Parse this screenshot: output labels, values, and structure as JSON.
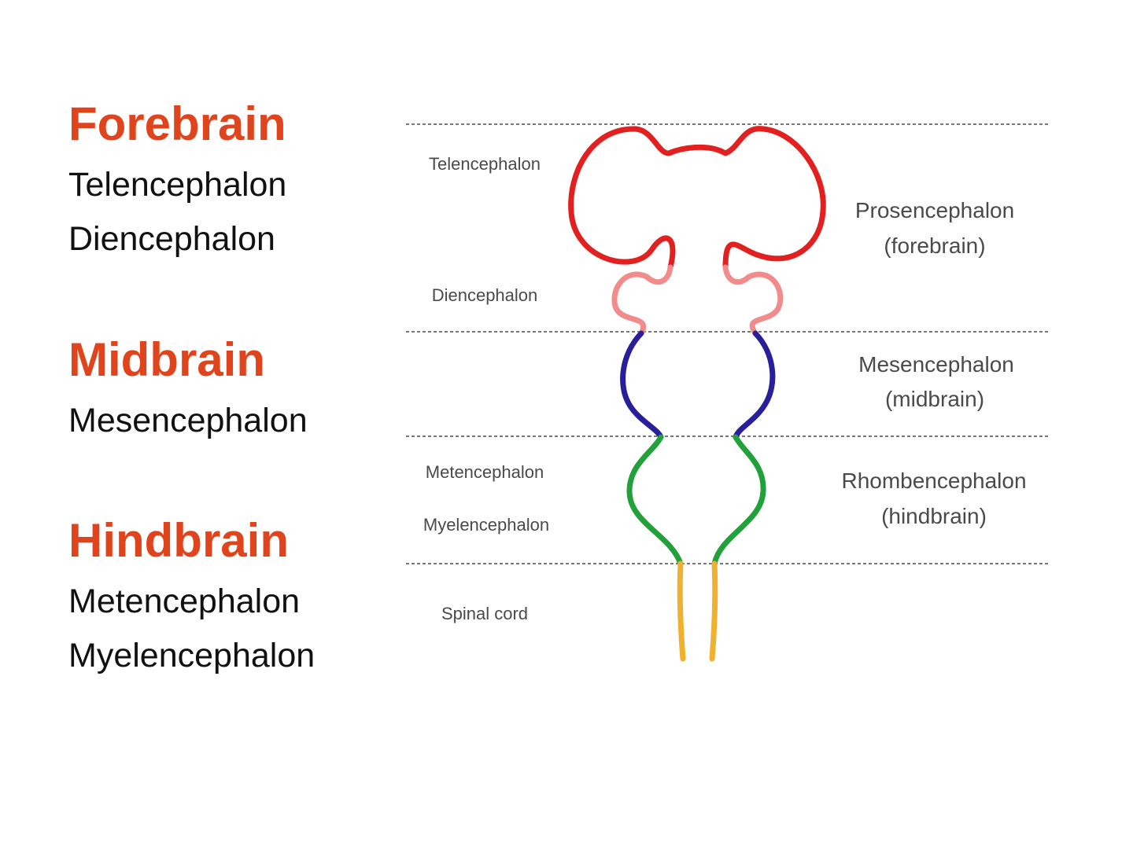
{
  "left_panel": {
    "forebrain": {
      "title": "Forebrain",
      "items": [
        "Telencephalon",
        "Diencephalon"
      ]
    },
    "midbrain": {
      "title": "Midbrain",
      "items": [
        "Mesencephalon"
      ]
    },
    "hindbrain": {
      "title": "Hindbrain",
      "items": [
        "Metencephalon",
        "Myelencephalon"
      ]
    }
  },
  "diagram": {
    "left_labels": {
      "telencephalon": "Telencephalon",
      "diencephalon": "Diencephalon",
      "metencephalon": "Metencephalon",
      "myelencephalon": "Myelencephalon",
      "spinal_cord": "Spinal cord"
    },
    "right_labels": {
      "prosencephalon": [
        "Prosencephalon",
        "(forebrain)"
      ],
      "mesencephalon": [
        "Mesencephalon",
        "(midbrain)"
      ],
      "rhombencephalon": [
        "Rhombencephalon",
        "(hindbrain)"
      ]
    }
  },
  "colors": {
    "division_title": "#e0441c",
    "telencephalon": "#e32020",
    "diencephalon": "#f28c8c",
    "mesencephalon": "#2a1f9a",
    "rhombencephalon": "#22a03a",
    "spinal_cord": "#f0b030",
    "divider": "#777777"
  }
}
